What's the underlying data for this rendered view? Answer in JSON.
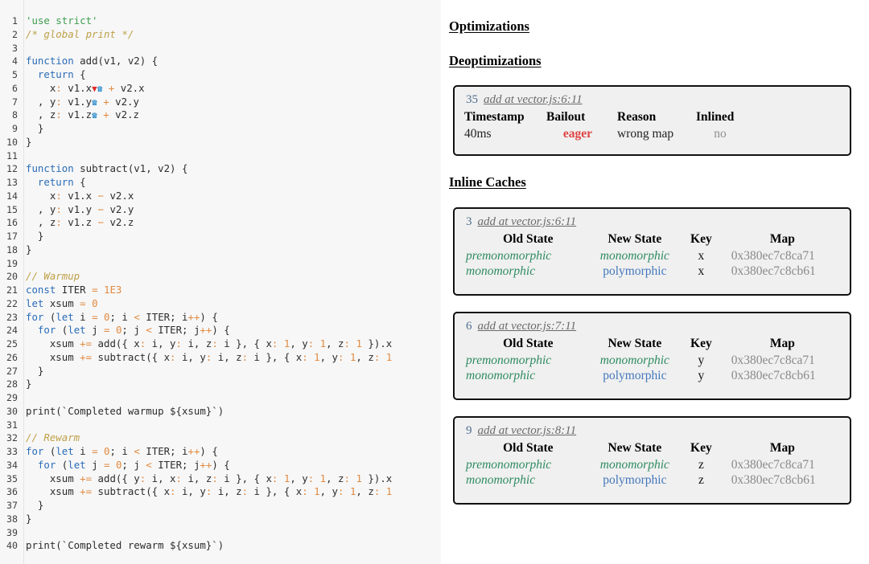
{
  "code_panel": {
    "name": "source-code-viewer",
    "language": "javascript",
    "lines": [
      {
        "n": 1,
        "tokens": [
          {
            "t": "'use strict'",
            "c": "str"
          }
        ]
      },
      {
        "n": 2,
        "tokens": [
          {
            "t": "/* global print */",
            "c": "com"
          }
        ]
      },
      {
        "n": 3,
        "tokens": []
      },
      {
        "n": 4,
        "tokens": [
          {
            "t": "function",
            "c": "kw"
          },
          {
            "t": " add(v1, v2) {",
            "c": "pln"
          }
        ]
      },
      {
        "n": 5,
        "tokens": [
          {
            "t": "  ",
            "c": "pln"
          },
          {
            "t": "return",
            "c": "kw"
          },
          {
            "t": " {",
            "c": "pln"
          }
        ]
      },
      {
        "n": 6,
        "tokens": [
          {
            "t": "    x",
            "c": "pln"
          },
          {
            "t": ":",
            "c": "prop"
          },
          {
            "t": " v1.x",
            "c": "pln"
          },
          {
            "t": "▼",
            "c": "deopt-marker"
          },
          {
            "t": "☎",
            "c": "ic-marker"
          },
          {
            "t": " ",
            "c": "pln"
          },
          {
            "t": "+",
            "c": "op"
          },
          {
            "t": " v2.x",
            "c": "pln"
          }
        ]
      },
      {
        "n": 7,
        "tokens": [
          {
            "t": "  , y",
            "c": "pln"
          },
          {
            "t": ":",
            "c": "prop"
          },
          {
            "t": " v1.y",
            "c": "pln"
          },
          {
            "t": "☎",
            "c": "ic-marker"
          },
          {
            "t": " ",
            "c": "pln"
          },
          {
            "t": "+",
            "c": "op"
          },
          {
            "t": " v2.y",
            "c": "pln"
          }
        ]
      },
      {
        "n": 8,
        "tokens": [
          {
            "t": "  , z",
            "c": "pln"
          },
          {
            "t": ":",
            "c": "prop"
          },
          {
            "t": " v1.z",
            "c": "pln"
          },
          {
            "t": "☎",
            "c": "ic-marker"
          },
          {
            "t": " ",
            "c": "pln"
          },
          {
            "t": "+",
            "c": "op"
          },
          {
            "t": " v2.z",
            "c": "pln"
          }
        ]
      },
      {
        "n": 9,
        "tokens": [
          {
            "t": "  }",
            "c": "pln"
          }
        ]
      },
      {
        "n": 10,
        "tokens": [
          {
            "t": "}",
            "c": "pln"
          }
        ]
      },
      {
        "n": 11,
        "tokens": []
      },
      {
        "n": 12,
        "tokens": [
          {
            "t": "function",
            "c": "kw"
          },
          {
            "t": " subtract(v1, v2) {",
            "c": "pln"
          }
        ]
      },
      {
        "n": 13,
        "tokens": [
          {
            "t": "  ",
            "c": "pln"
          },
          {
            "t": "return",
            "c": "kw"
          },
          {
            "t": " {",
            "c": "pln"
          }
        ]
      },
      {
        "n": 14,
        "tokens": [
          {
            "t": "    x",
            "c": "pln"
          },
          {
            "t": ":",
            "c": "prop"
          },
          {
            "t": " v1.x ",
            "c": "pln"
          },
          {
            "t": "−",
            "c": "op"
          },
          {
            "t": " v2.x",
            "c": "pln"
          }
        ]
      },
      {
        "n": 15,
        "tokens": [
          {
            "t": "  , y",
            "c": "pln"
          },
          {
            "t": ":",
            "c": "prop"
          },
          {
            "t": " v1.y ",
            "c": "pln"
          },
          {
            "t": "−",
            "c": "op"
          },
          {
            "t": " v2.y",
            "c": "pln"
          }
        ]
      },
      {
        "n": 16,
        "tokens": [
          {
            "t": "  , z",
            "c": "pln"
          },
          {
            "t": ":",
            "c": "prop"
          },
          {
            "t": " v1.z ",
            "c": "pln"
          },
          {
            "t": "−",
            "c": "op"
          },
          {
            "t": " v2.z",
            "c": "pln"
          }
        ]
      },
      {
        "n": 17,
        "tokens": [
          {
            "t": "  }",
            "c": "pln"
          }
        ]
      },
      {
        "n": 18,
        "tokens": [
          {
            "t": "}",
            "c": "pln"
          }
        ]
      },
      {
        "n": 19,
        "tokens": []
      },
      {
        "n": 20,
        "tokens": [
          {
            "t": "// Warmup",
            "c": "com"
          }
        ]
      },
      {
        "n": 21,
        "tokens": [
          {
            "t": "const",
            "c": "kw"
          },
          {
            "t": " ITER ",
            "c": "pln"
          },
          {
            "t": "=",
            "c": "op"
          },
          {
            "t": " ",
            "c": "pln"
          },
          {
            "t": "1E3",
            "c": "num"
          }
        ]
      },
      {
        "n": 22,
        "tokens": [
          {
            "t": "let",
            "c": "kw"
          },
          {
            "t": " xsum ",
            "c": "pln"
          },
          {
            "t": "=",
            "c": "op"
          },
          {
            "t": " ",
            "c": "pln"
          },
          {
            "t": "0",
            "c": "num"
          }
        ]
      },
      {
        "n": 23,
        "tokens": [
          {
            "t": "for",
            "c": "kw"
          },
          {
            "t": " (",
            "c": "pln"
          },
          {
            "t": "let",
            "c": "kw"
          },
          {
            "t": " i ",
            "c": "pln"
          },
          {
            "t": "=",
            "c": "op"
          },
          {
            "t": " ",
            "c": "pln"
          },
          {
            "t": "0",
            "c": "num"
          },
          {
            "t": "; i ",
            "c": "pln"
          },
          {
            "t": "<",
            "c": "op"
          },
          {
            "t": " ITER; i",
            "c": "pln"
          },
          {
            "t": "++",
            "c": "op"
          },
          {
            "t": ") {",
            "c": "pln"
          }
        ]
      },
      {
        "n": 24,
        "tokens": [
          {
            "t": "  ",
            "c": "pln"
          },
          {
            "t": "for",
            "c": "kw"
          },
          {
            "t": " (",
            "c": "pln"
          },
          {
            "t": "let",
            "c": "kw"
          },
          {
            "t": " j ",
            "c": "pln"
          },
          {
            "t": "=",
            "c": "op"
          },
          {
            "t": " ",
            "c": "pln"
          },
          {
            "t": "0",
            "c": "num"
          },
          {
            "t": "; j ",
            "c": "pln"
          },
          {
            "t": "<",
            "c": "op"
          },
          {
            "t": " ITER; j",
            "c": "pln"
          },
          {
            "t": "++",
            "c": "op"
          },
          {
            "t": ") {",
            "c": "pln"
          }
        ]
      },
      {
        "n": 25,
        "tokens": [
          {
            "t": "    xsum ",
            "c": "pln"
          },
          {
            "t": "+=",
            "c": "op"
          },
          {
            "t": " add({ x",
            "c": "pln"
          },
          {
            "t": ":",
            "c": "prop"
          },
          {
            "t": " i, y",
            "c": "pln"
          },
          {
            "t": ":",
            "c": "prop"
          },
          {
            "t": " i, z",
            "c": "pln"
          },
          {
            "t": ":",
            "c": "prop"
          },
          {
            "t": " i }, { x",
            "c": "pln"
          },
          {
            "t": ":",
            "c": "prop"
          },
          {
            "t": " ",
            "c": "pln"
          },
          {
            "t": "1",
            "c": "num"
          },
          {
            "t": ", y",
            "c": "pln"
          },
          {
            "t": ":",
            "c": "prop"
          },
          {
            "t": " ",
            "c": "pln"
          },
          {
            "t": "1",
            "c": "num"
          },
          {
            "t": ", z",
            "c": "pln"
          },
          {
            "t": ":",
            "c": "prop"
          },
          {
            "t": " ",
            "c": "pln"
          },
          {
            "t": "1",
            "c": "num"
          },
          {
            "t": " }).x",
            "c": "pln"
          }
        ]
      },
      {
        "n": 26,
        "tokens": [
          {
            "t": "    xsum ",
            "c": "pln"
          },
          {
            "t": "+=",
            "c": "op"
          },
          {
            "t": " subtract({ x",
            "c": "pln"
          },
          {
            "t": ":",
            "c": "prop"
          },
          {
            "t": " i, y",
            "c": "pln"
          },
          {
            "t": ":",
            "c": "prop"
          },
          {
            "t": " i, z",
            "c": "pln"
          },
          {
            "t": ":",
            "c": "prop"
          },
          {
            "t": " i }, { x",
            "c": "pln"
          },
          {
            "t": ":",
            "c": "prop"
          },
          {
            "t": " ",
            "c": "pln"
          },
          {
            "t": "1",
            "c": "num"
          },
          {
            "t": ", y",
            "c": "pln"
          },
          {
            "t": ":",
            "c": "prop"
          },
          {
            "t": " ",
            "c": "pln"
          },
          {
            "t": "1",
            "c": "num"
          },
          {
            "t": ", z",
            "c": "pln"
          },
          {
            "t": ":",
            "c": "prop"
          },
          {
            "t": " ",
            "c": "pln"
          },
          {
            "t": "1",
            "c": "num"
          }
        ]
      },
      {
        "n": 27,
        "tokens": [
          {
            "t": "  }",
            "c": "pln"
          }
        ]
      },
      {
        "n": 28,
        "tokens": [
          {
            "t": "}",
            "c": "pln"
          }
        ]
      },
      {
        "n": 29,
        "tokens": []
      },
      {
        "n": 30,
        "tokens": [
          {
            "t": "print(`Completed warmup ${xsum}`)",
            "c": "pln"
          }
        ]
      },
      {
        "n": 31,
        "tokens": []
      },
      {
        "n": 32,
        "tokens": [
          {
            "t": "// Rewarm",
            "c": "com"
          }
        ]
      },
      {
        "n": 33,
        "tokens": [
          {
            "t": "for",
            "c": "kw"
          },
          {
            "t": " (",
            "c": "pln"
          },
          {
            "t": "let",
            "c": "kw"
          },
          {
            "t": " i ",
            "c": "pln"
          },
          {
            "t": "=",
            "c": "op"
          },
          {
            "t": " ",
            "c": "pln"
          },
          {
            "t": "0",
            "c": "num"
          },
          {
            "t": "; i ",
            "c": "pln"
          },
          {
            "t": "<",
            "c": "op"
          },
          {
            "t": " ITER; i",
            "c": "pln"
          },
          {
            "t": "++",
            "c": "op"
          },
          {
            "t": ") {",
            "c": "pln"
          }
        ]
      },
      {
        "n": 34,
        "tokens": [
          {
            "t": "  ",
            "c": "pln"
          },
          {
            "t": "for",
            "c": "kw"
          },
          {
            "t": " (",
            "c": "pln"
          },
          {
            "t": "let",
            "c": "kw"
          },
          {
            "t": " j ",
            "c": "pln"
          },
          {
            "t": "=",
            "c": "op"
          },
          {
            "t": " ",
            "c": "pln"
          },
          {
            "t": "0",
            "c": "num"
          },
          {
            "t": "; j ",
            "c": "pln"
          },
          {
            "t": "<",
            "c": "op"
          },
          {
            "t": " ITER; j",
            "c": "pln"
          },
          {
            "t": "++",
            "c": "op"
          },
          {
            "t": ") {",
            "c": "pln"
          }
        ]
      },
      {
        "n": 35,
        "tokens": [
          {
            "t": "    xsum ",
            "c": "pln"
          },
          {
            "t": "+=",
            "c": "op"
          },
          {
            "t": " add({ y",
            "c": "pln"
          },
          {
            "t": ":",
            "c": "prop"
          },
          {
            "t": " i, x",
            "c": "pln"
          },
          {
            "t": ":",
            "c": "prop"
          },
          {
            "t": " i, z",
            "c": "pln"
          },
          {
            "t": ":",
            "c": "prop"
          },
          {
            "t": " i }, { x",
            "c": "pln"
          },
          {
            "t": ":",
            "c": "prop"
          },
          {
            "t": " ",
            "c": "pln"
          },
          {
            "t": "1",
            "c": "num"
          },
          {
            "t": ", y",
            "c": "pln"
          },
          {
            "t": ":",
            "c": "prop"
          },
          {
            "t": " ",
            "c": "pln"
          },
          {
            "t": "1",
            "c": "num"
          },
          {
            "t": ", z",
            "c": "pln"
          },
          {
            "t": ":",
            "c": "prop"
          },
          {
            "t": " ",
            "c": "pln"
          },
          {
            "t": "1",
            "c": "num"
          },
          {
            "t": " }).x",
            "c": "pln"
          }
        ]
      },
      {
        "n": 36,
        "tokens": [
          {
            "t": "    xsum ",
            "c": "pln"
          },
          {
            "t": "+=",
            "c": "op"
          },
          {
            "t": " subtract({ x",
            "c": "pln"
          },
          {
            "t": ":",
            "c": "prop"
          },
          {
            "t": " i, y",
            "c": "pln"
          },
          {
            "t": ":",
            "c": "prop"
          },
          {
            "t": " i, z",
            "c": "pln"
          },
          {
            "t": ":",
            "c": "prop"
          },
          {
            "t": " i }, { x",
            "c": "pln"
          },
          {
            "t": ":",
            "c": "prop"
          },
          {
            "t": " ",
            "c": "pln"
          },
          {
            "t": "1",
            "c": "num"
          },
          {
            "t": ", y",
            "c": "pln"
          },
          {
            "t": ":",
            "c": "prop"
          },
          {
            "t": " ",
            "c": "pln"
          },
          {
            "t": "1",
            "c": "num"
          },
          {
            "t": ", z",
            "c": "pln"
          },
          {
            "t": ":",
            "c": "prop"
          },
          {
            "t": " ",
            "c": "pln"
          },
          {
            "t": "1",
            "c": "num"
          }
        ]
      },
      {
        "n": 37,
        "tokens": [
          {
            "t": "  }",
            "c": "pln"
          }
        ]
      },
      {
        "n": 38,
        "tokens": [
          {
            "t": "}",
            "c": "pln"
          }
        ]
      },
      {
        "n": 39,
        "tokens": []
      },
      {
        "n": 40,
        "tokens": [
          {
            "t": "print(`Completed rewarm ${xsum}`)",
            "c": "pln"
          }
        ]
      }
    ]
  },
  "info_panel": {
    "headings": {
      "optimizations": "Optimizations",
      "deoptimizations": "Deoptimizations",
      "inline_caches": "Inline Caches"
    },
    "deoptimizations": {
      "entries": [
        {
          "id": "35",
          "link": "add at vector.js:6:11",
          "columns": [
            "Timestamp",
            "Bailout",
            "Reason",
            "Inlined"
          ],
          "rows": [
            {
              "timestamp": "40ms",
              "bailout": "eager",
              "reason": "wrong map",
              "inlined": "no"
            }
          ]
        }
      ]
    },
    "inline_caches": {
      "columns": [
        "Old State",
        "New State",
        "Key",
        "Map"
      ],
      "entries": [
        {
          "id": "3",
          "link": "add at vector.js:6:11",
          "rows": [
            {
              "old": "premonomorphic",
              "new": "monomorphic",
              "key": "x",
              "map": "0x380ec7c8ca71"
            },
            {
              "old": "monomorphic",
              "new": "polymorphic",
              "key": "x",
              "map": "0x380ec7c8cb61"
            }
          ]
        },
        {
          "id": "6",
          "link": "add at vector.js:7:11",
          "rows": [
            {
              "old": "premonomorphic",
              "new": "monomorphic",
              "key": "y",
              "map": "0x380ec7c8ca71"
            },
            {
              "old": "monomorphic",
              "new": "polymorphic",
              "key": "y",
              "map": "0x380ec7c8cb61"
            }
          ]
        },
        {
          "id": "9",
          "link": "add at vector.js:8:11",
          "rows": [
            {
              "old": "premonomorphic",
              "new": "monomorphic",
              "key": "z",
              "map": "0x380ec7c8ca71"
            },
            {
              "old": "monomorphic",
              "new": "polymorphic",
              "key": "z",
              "map": "0x380ec7c8cb61"
            }
          ]
        }
      ]
    }
  },
  "colors": {
    "code_bg": "#f7f7f7",
    "string": "#3f9d4f",
    "comment": "#bfa14a",
    "keyword": "#2b6cb8",
    "operator": "#e08a40",
    "deopt_marker": "#e02b28",
    "ic_marker": "#2b8ccc",
    "card_bg": "#f0f0f0",
    "card_border": "#111111",
    "bailout_eager": "#e04444",
    "state_monomorphic": "#2e8b62",
    "state_polymorphic": "#4477bb",
    "map_address": "#8a8a8a",
    "link": "#6a6a6a",
    "card_id": "#4f6f8f"
  }
}
